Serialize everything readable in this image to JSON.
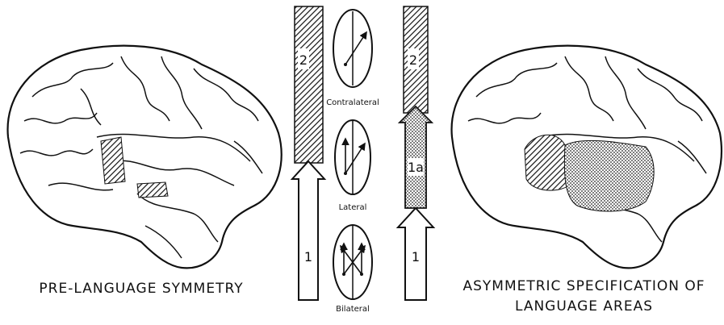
{
  "left_caption": "PRE-LANGUAGE SYMMETRY",
  "right_caption_line1": "ASYMMETRIC SPECIFICATION OF",
  "right_caption_line2": "LANGUAGE AREAS",
  "middle_labels": {
    "top": "Contralateral",
    "middle": "Lateral",
    "bottom": "Bilateral"
  },
  "left_column": {
    "upper_label": "2",
    "lower_label": "1"
  },
  "right_column": {
    "upper_label": "2",
    "middle_label": "1a",
    "lower_label": "1"
  }
}
